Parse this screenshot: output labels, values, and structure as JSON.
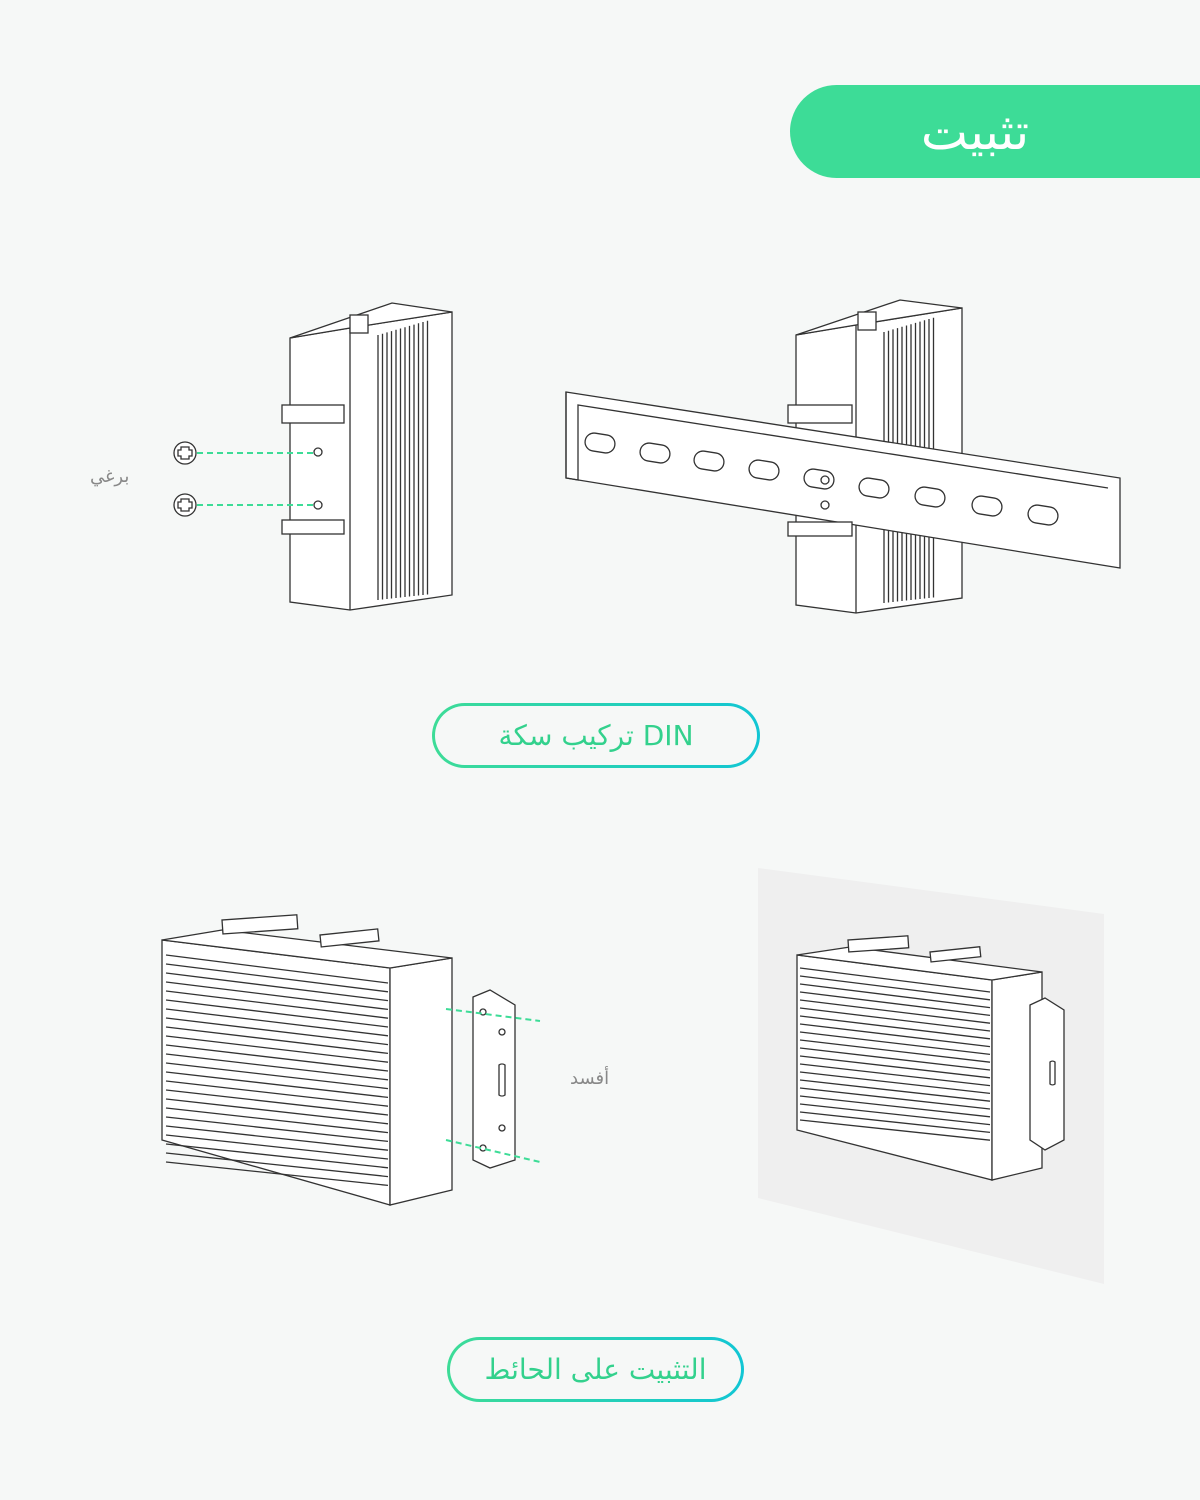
{
  "header": {
    "title": "تثبيت"
  },
  "din_section": {
    "screw_label": "برغي",
    "button_label": "تركيب سكة DIN"
  },
  "wall_section": {
    "screw_label": "أفسد",
    "button_label": "التثبيت على الحائط"
  },
  "colors": {
    "accent": "#3ddc97",
    "accent_end": "#11c6d4",
    "background": "#f6f8f7",
    "wall": "#efefef"
  }
}
